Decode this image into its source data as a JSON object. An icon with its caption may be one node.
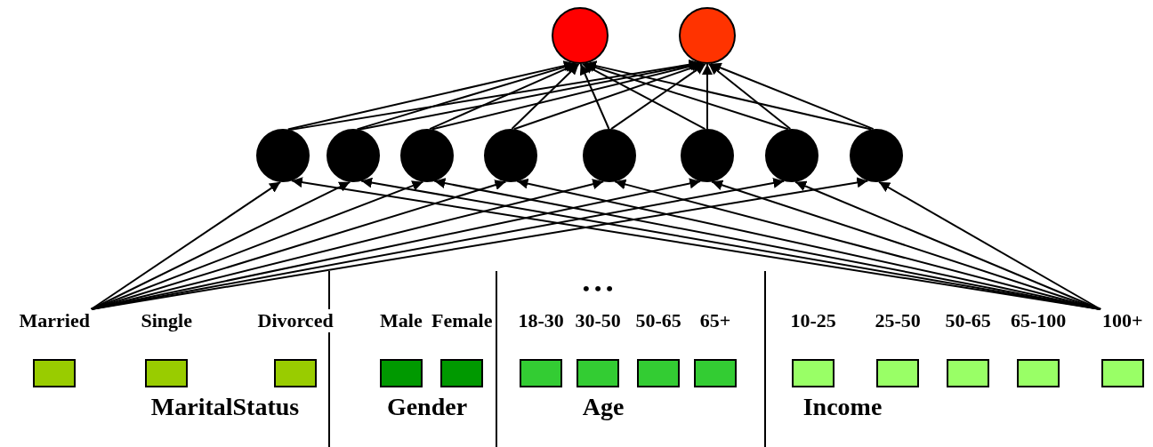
{
  "diagram": {
    "nodes": [
      {
        "text": [],
        "shape": "circle"
      },
      {
        "text": [],
        "shape": "circle"
      },
      {
        "text": [],
        "shape": "circle"
      },
      {
        "text": [],
        "shape": "circle"
      },
      {
        "text": [],
        "shape": "circle"
      },
      {
        "text": [],
        "shape": "circle"
      },
      {
        "text": [],
        "shape": "circle"
      },
      {
        "text": [],
        "shape": "circle"
      },
      {
        "text": [],
        "shape": "circle"
      },
      {
        "text": [],
        "shape": "circle"
      },
      {
        "text": [
          "Married"
        ]
      },
      {
        "text": [
          "Single"
        ]
      },
      {
        "text": [
          "Divorced"
        ]
      },
      {
        "text": [
          "Male"
        ]
      },
      {
        "text": [
          "Female"
        ]
      },
      {
        "text": [
          "18-30"
        ]
      },
      {
        "text": [
          "30-50"
        ]
      },
      {
        "text": [
          "50-65"
        ]
      },
      {
        "text": [
          "65+"
        ]
      },
      {
        "text": [
          "10-25"
        ]
      },
      {
        "text": [
          "25-50"
        ]
      },
      {
        "text": [
          "50-65"
        ]
      },
      {
        "text": [
          "65-100"
        ]
      },
      {
        "text": [
          "100+"
        ]
      }
    ],
    "edges": [
      {
        "from": 10,
        "to": 2,
        "arrow": "to"
      },
      {
        "from": 10,
        "to": 3,
        "arrow": "to"
      },
      {
        "from": 10,
        "to": 4,
        "arrow": "to"
      },
      {
        "from": 10,
        "to": 5,
        "arrow": "to"
      },
      {
        "from": 10,
        "to": 6,
        "arrow": "to"
      },
      {
        "from": 10,
        "to": 7,
        "arrow": "to"
      },
      {
        "from": 10,
        "to": 8,
        "arrow": "to"
      },
      {
        "from": 10,
        "to": 9,
        "arrow": "to"
      },
      {
        "from": 23,
        "to": 2,
        "arrow": "to"
      },
      {
        "from": 23,
        "to": 3,
        "arrow": "to"
      },
      {
        "from": 23,
        "to": 4,
        "arrow": "to"
      },
      {
        "from": 23,
        "to": 5,
        "arrow": "to"
      },
      {
        "from": 23,
        "to": 6,
        "arrow": "to"
      },
      {
        "from": 23,
        "to": 7,
        "arrow": "to"
      },
      {
        "from": 23,
        "to": 8,
        "arrow": "to"
      },
      {
        "from": 23,
        "to": 9,
        "arrow": "to"
      },
      {
        "from": 2,
        "to": 0,
        "arrow": "to"
      },
      {
        "from": 2,
        "to": 1,
        "arrow": "to"
      },
      {
        "from": 3,
        "to": 0,
        "arrow": "to"
      },
      {
        "from": 3,
        "to": 1,
        "arrow": "to"
      },
      {
        "from": 4,
        "to": 0,
        "arrow": "to"
      },
      {
        "from": 4,
        "to": 1,
        "arrow": "to"
      },
      {
        "from": 5,
        "to": 0,
        "arrow": "to"
      },
      {
        "from": 5,
        "to": 1,
        "arrow": "to"
      },
      {
        "from": 6,
        "to": 0,
        "arrow": "to"
      },
      {
        "from": 6,
        "to": 1,
        "arrow": "to"
      },
      {
        "from": 7,
        "to": 0,
        "arrow": "to"
      },
      {
        "from": 7,
        "to": 1,
        "arrow": "to"
      },
      {
        "from": 8,
        "to": 0,
        "arrow": "to"
      },
      {
        "from": 8,
        "to": 1,
        "arrow": "to"
      },
      {
        "from": 9,
        "to": 0,
        "arrow": "to"
      },
      {
        "from": 9,
        "to": 1,
        "arrow": "to"
      }
    ],
    "labels": [
      "• • •",
      "MaritalStatus",
      "Gender",
      "Age",
      "Income"
    ]
  }
}
